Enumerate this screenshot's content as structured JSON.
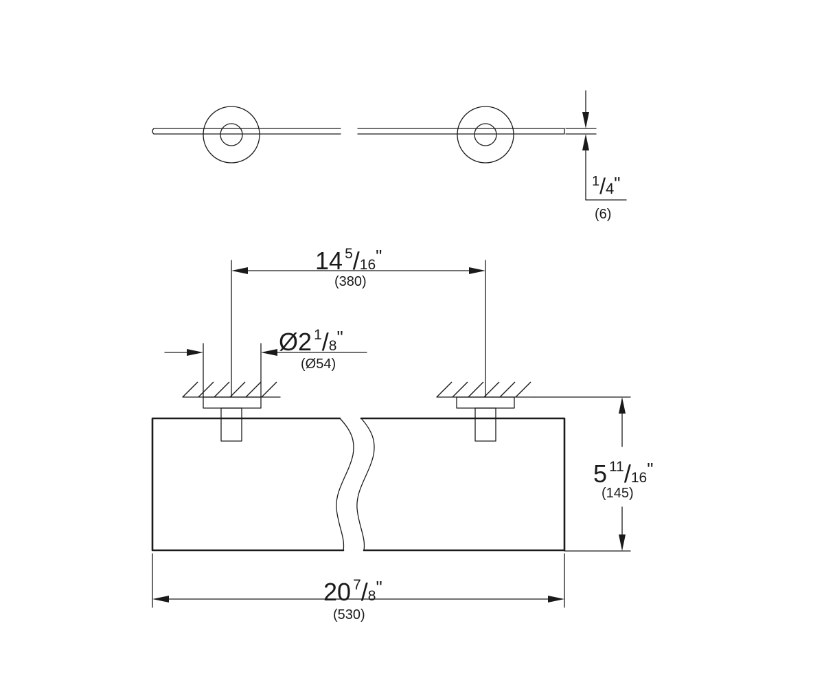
{
  "dimensions": {
    "thickness": {
      "num": "1",
      "den": "4",
      "inch": "\"",
      "metric": "(6)"
    },
    "spacing": {
      "whole": "14",
      "num": "5",
      "den": "16",
      "inch": "\"",
      "metric": "(380)"
    },
    "diameter": {
      "symbol": "Ø",
      "whole": "2",
      "num": "1",
      "den": "8",
      "inch": "\"",
      "metric": "(Ø54)"
    },
    "depth": {
      "whole": "5",
      "num": "11",
      "den": "16",
      "inch": "\"",
      "metric": "(145)"
    },
    "width": {
      "whole": "20",
      "num": "7",
      "den": "8",
      "inch": "\"",
      "metric": "(530)"
    }
  }
}
